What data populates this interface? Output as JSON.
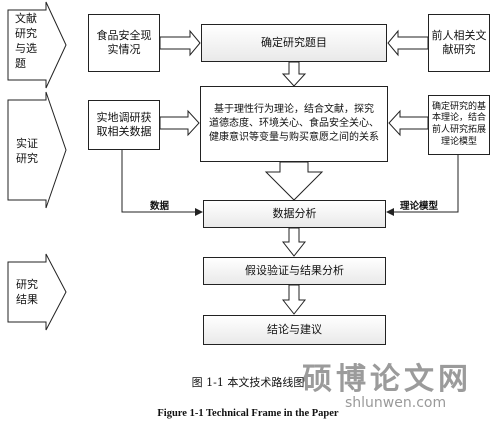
{
  "phases": [
    {
      "id": "phase1",
      "text": "文献\n研究\n与选\n题"
    },
    {
      "id": "phase2",
      "text": "实证\n研究"
    },
    {
      "id": "phase3",
      "text": "研究\n结果"
    }
  ],
  "boxes": {
    "food_safety": "食品安全现\n实情况",
    "topic": "确定研究题目",
    "prior_lit": "前人相关文\n献研究",
    "survey": "实地调研获\n取相关数据",
    "hypothesis": "基于理性行为理论，结合文献，探究\n道德态度、环境关心、食品安全关心、\n健康意识等变量与购买意愿之间的关系",
    "base_theory": "确定研究的基\n本理论，结合\n前人研究拓展\n理论模型",
    "analysis": "数据分析",
    "verify": "假设验证与结果分析",
    "conclusion": "结论与建议"
  },
  "edge_labels": {
    "data": "数据",
    "model": "理论模型"
  },
  "caption_cn": "图 1-1  本文技术路线图",
  "caption_en": "Figure 1-1 Technical Frame in the Paper",
  "watermark_cn": "硕博论文网",
  "watermark_url": "shlunwen.com"
}
